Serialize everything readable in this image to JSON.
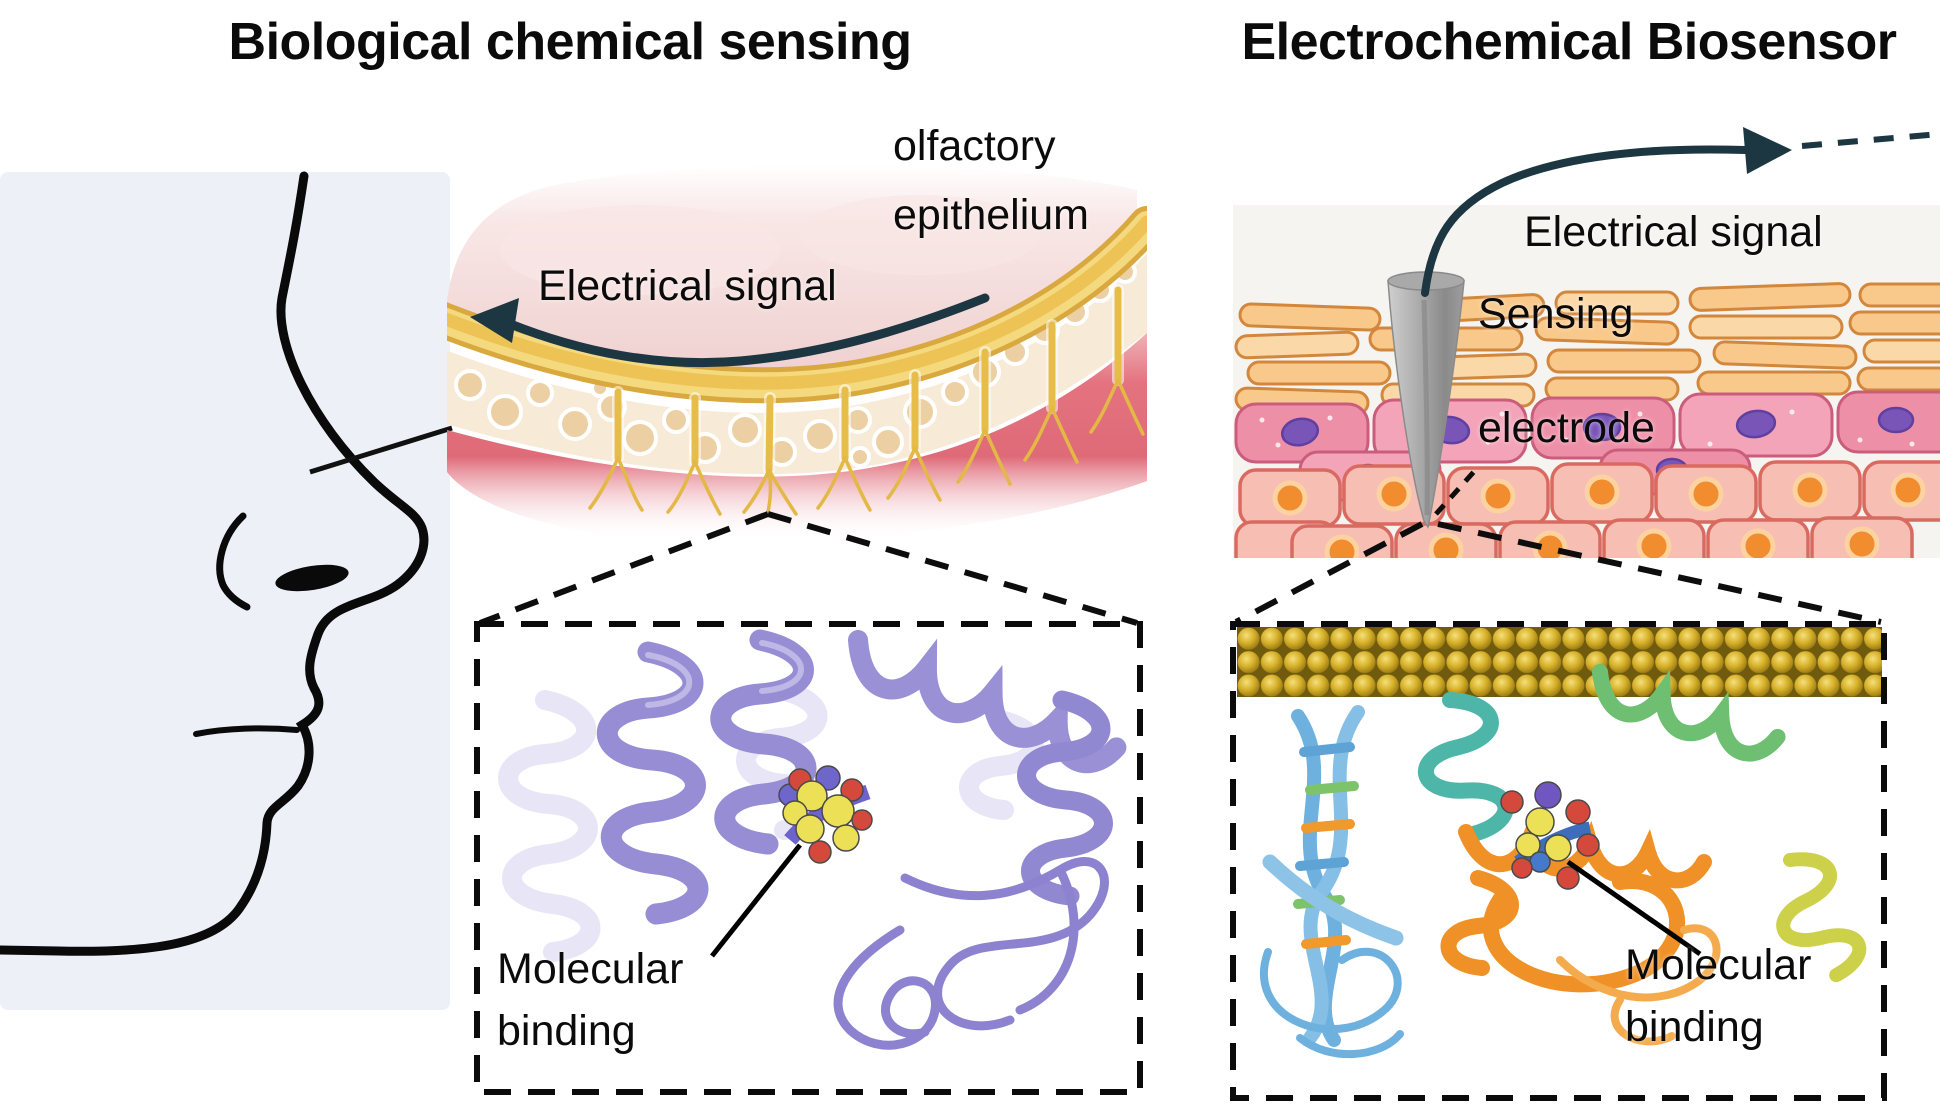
{
  "left_panel": {
    "title": "Biological chemical sensing",
    "illustration": {
      "tissue_label_line1": "olfactory",
      "tissue_label_line2": "epithelium",
      "signal_label": "Electrical signal"
    },
    "zoom_box": {
      "label_line1": "Molecular",
      "label_line2": "binding"
    }
  },
  "right_panel": {
    "title": "Electrochemical Biosensor",
    "illustration": {
      "signal_label": "Electrical signal",
      "electrode_label_line1": "Sensing",
      "electrode_label_line2": "electrode"
    },
    "zoom_box": {
      "label_line1": "Molecular",
      "label_line2": "binding"
    }
  },
  "icons": {
    "nose-profile-icon": "black line drawing of a face profile",
    "electrical-signal-arrow-icon": "dark curved arrow",
    "sensing-electrode-icon": "gray cone electrode",
    "gold-electrode-icon": "bar of gold nanospheres",
    "zoom-box-icon": "black dashed rectangle callout",
    "ligand-molecule-icon": "cluster of yellow, red and purple spheres"
  },
  "colors": {
    "signal_arrow": "#1d3742",
    "gold_electrode": "#d4ae27",
    "protein_purple": "#978dd4",
    "protein_rainbow_orange": "#ef9126",
    "protein_rainbow_blue": "#6fb1de",
    "tissue_orange": "#f8c98b",
    "tissue_pink": "#ee8fa8",
    "nose_panel_background": "#edf1f7",
    "text": "#0b0b0b"
  }
}
